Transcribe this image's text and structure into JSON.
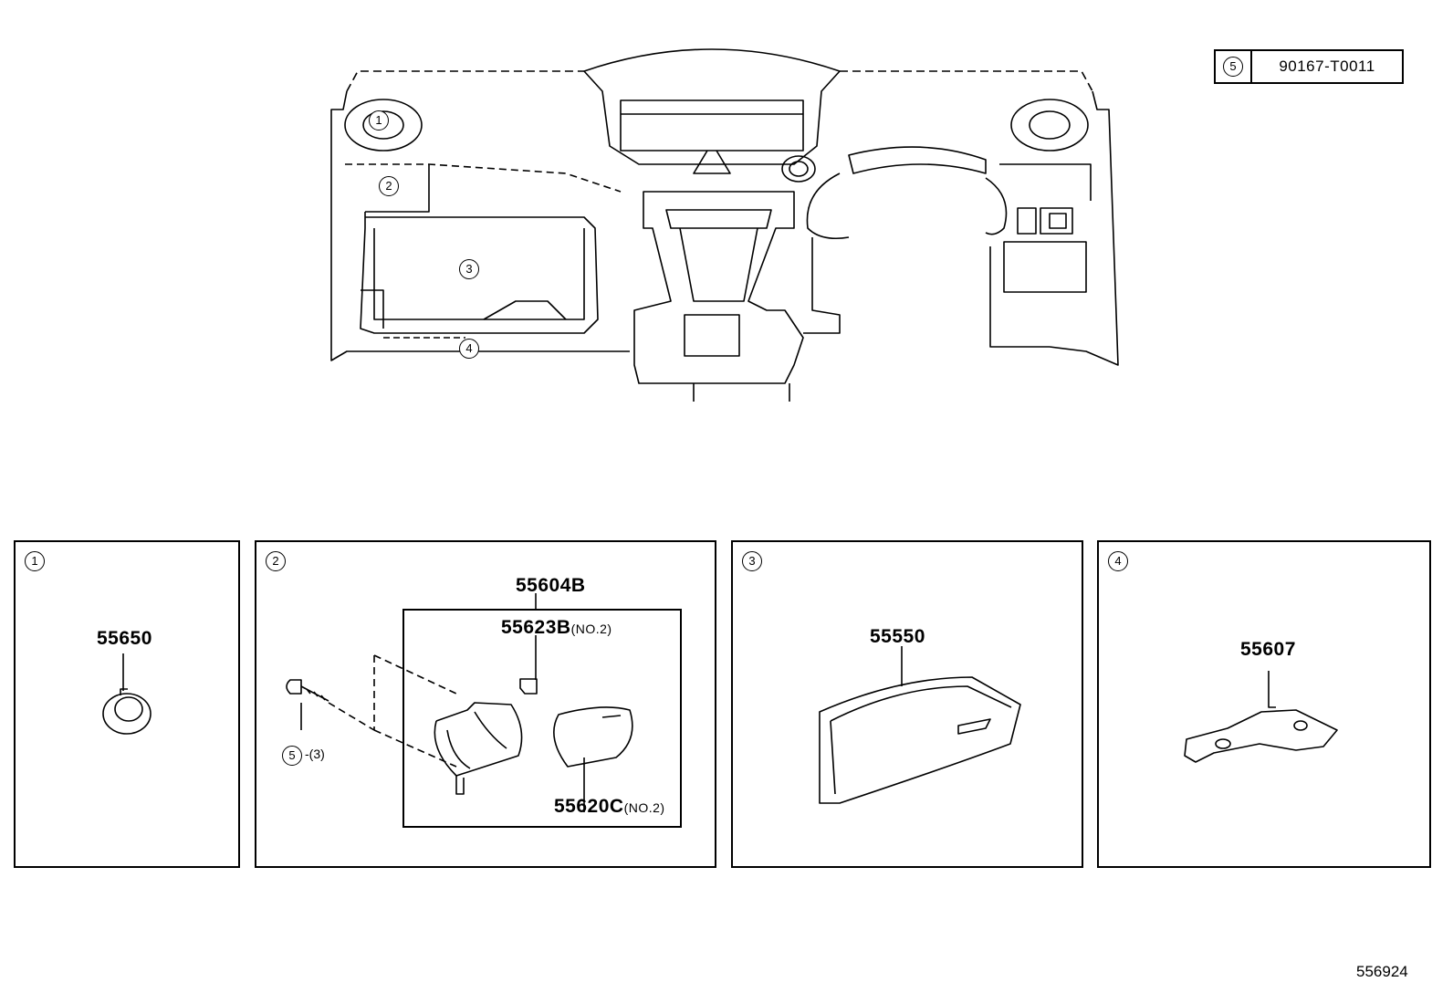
{
  "code_box": {
    "ref": "5",
    "part_number": "90167-T0011"
  },
  "callouts": [
    "1",
    "2",
    "3",
    "4"
  ],
  "panels": [
    {
      "ref": "1",
      "part": "55650"
    },
    {
      "ref": "2",
      "assembly": "55604B",
      "items": [
        {
          "part": "55623B",
          "note": "(NO.2)"
        },
        {
          "part": "55620C",
          "note": "(NO.2)"
        }
      ],
      "screw": {
        "ref": "5",
        "qty": "-(3)"
      }
    },
    {
      "ref": "3",
      "part": "55550"
    },
    {
      "ref": "4",
      "part": "55607"
    }
  ],
  "diagram_id": "556924"
}
